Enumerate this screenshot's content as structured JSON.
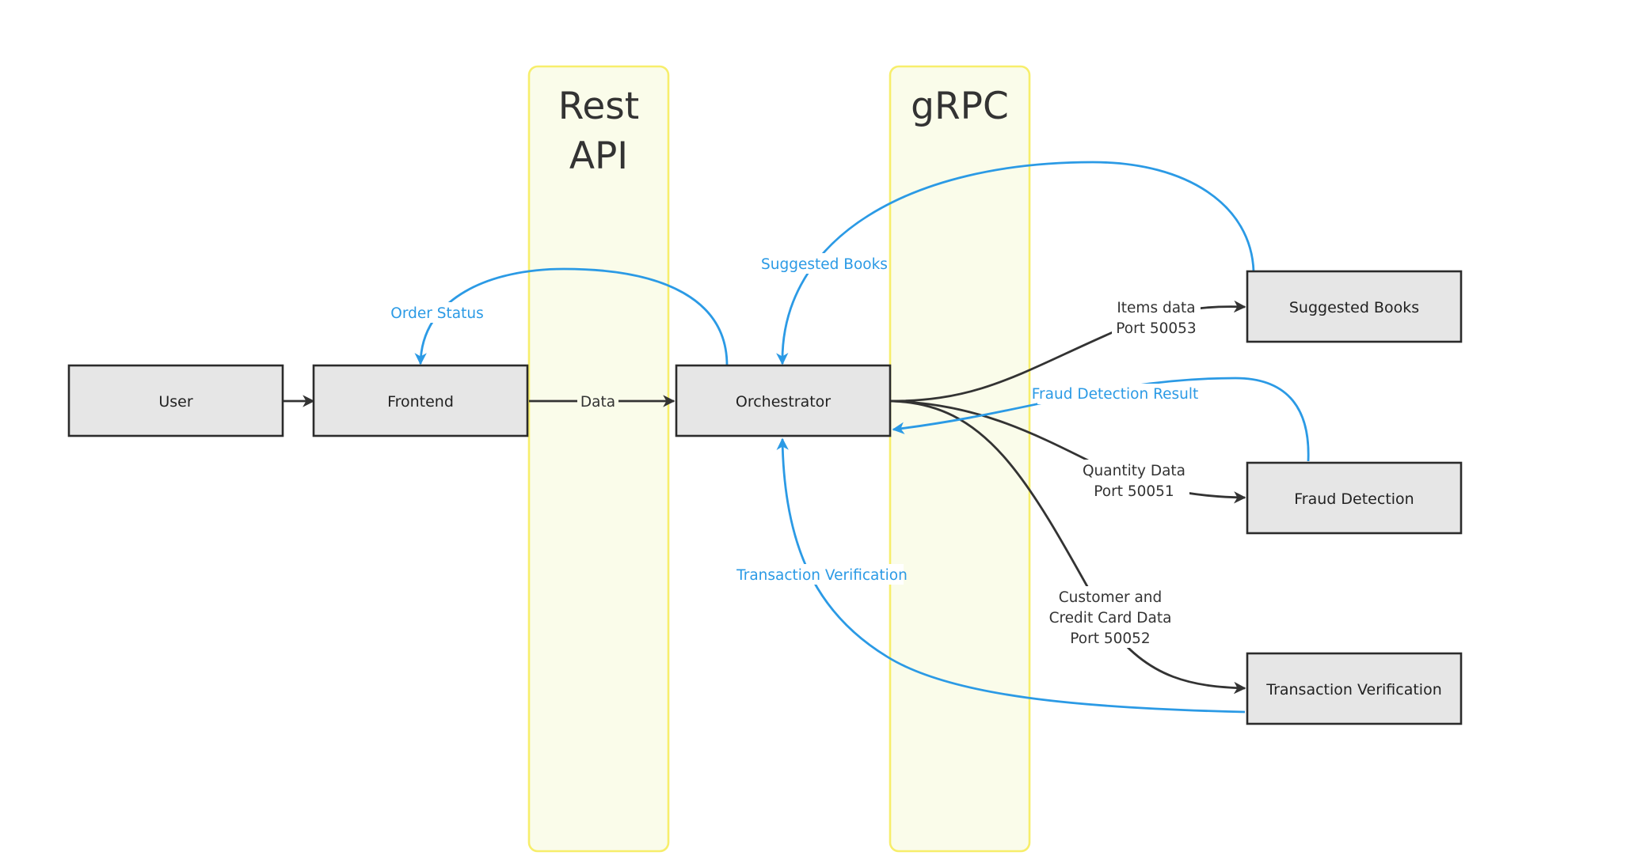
{
  "lanes": {
    "rest": {
      "line1": "Rest",
      "line2": "API"
    },
    "grpc": {
      "line1": "gRPC"
    }
  },
  "nodes": {
    "user": "User",
    "frontend": "Frontend",
    "orchestrator": "Orchestrator",
    "suggested_books": "Suggested Books",
    "fraud_detection": "Fraud Detection",
    "transaction_verification": "Transaction Verification"
  },
  "edges": {
    "data": "Data",
    "order_status": "Order Status",
    "suggested_books_return": "Suggested Books",
    "items": {
      "line1": "Items data",
      "line2": "Port 50053"
    },
    "fraud_result": "Fraud Detection Result",
    "quantity": {
      "line1": "Quantity Data",
      "line2": "Port 50051"
    },
    "transaction_return": "Transaction Verification",
    "customer": {
      "line1": "Customer and",
      "line2": "Credit Card Data",
      "line3": "Port 50052"
    }
  },
  "colors": {
    "lane_fill": "#fafcea",
    "lane_border": "#f7ee6b",
    "node_fill": "#e6e6e6",
    "request_edge": "#333333",
    "response_edge": "#2b9ae5"
  }
}
